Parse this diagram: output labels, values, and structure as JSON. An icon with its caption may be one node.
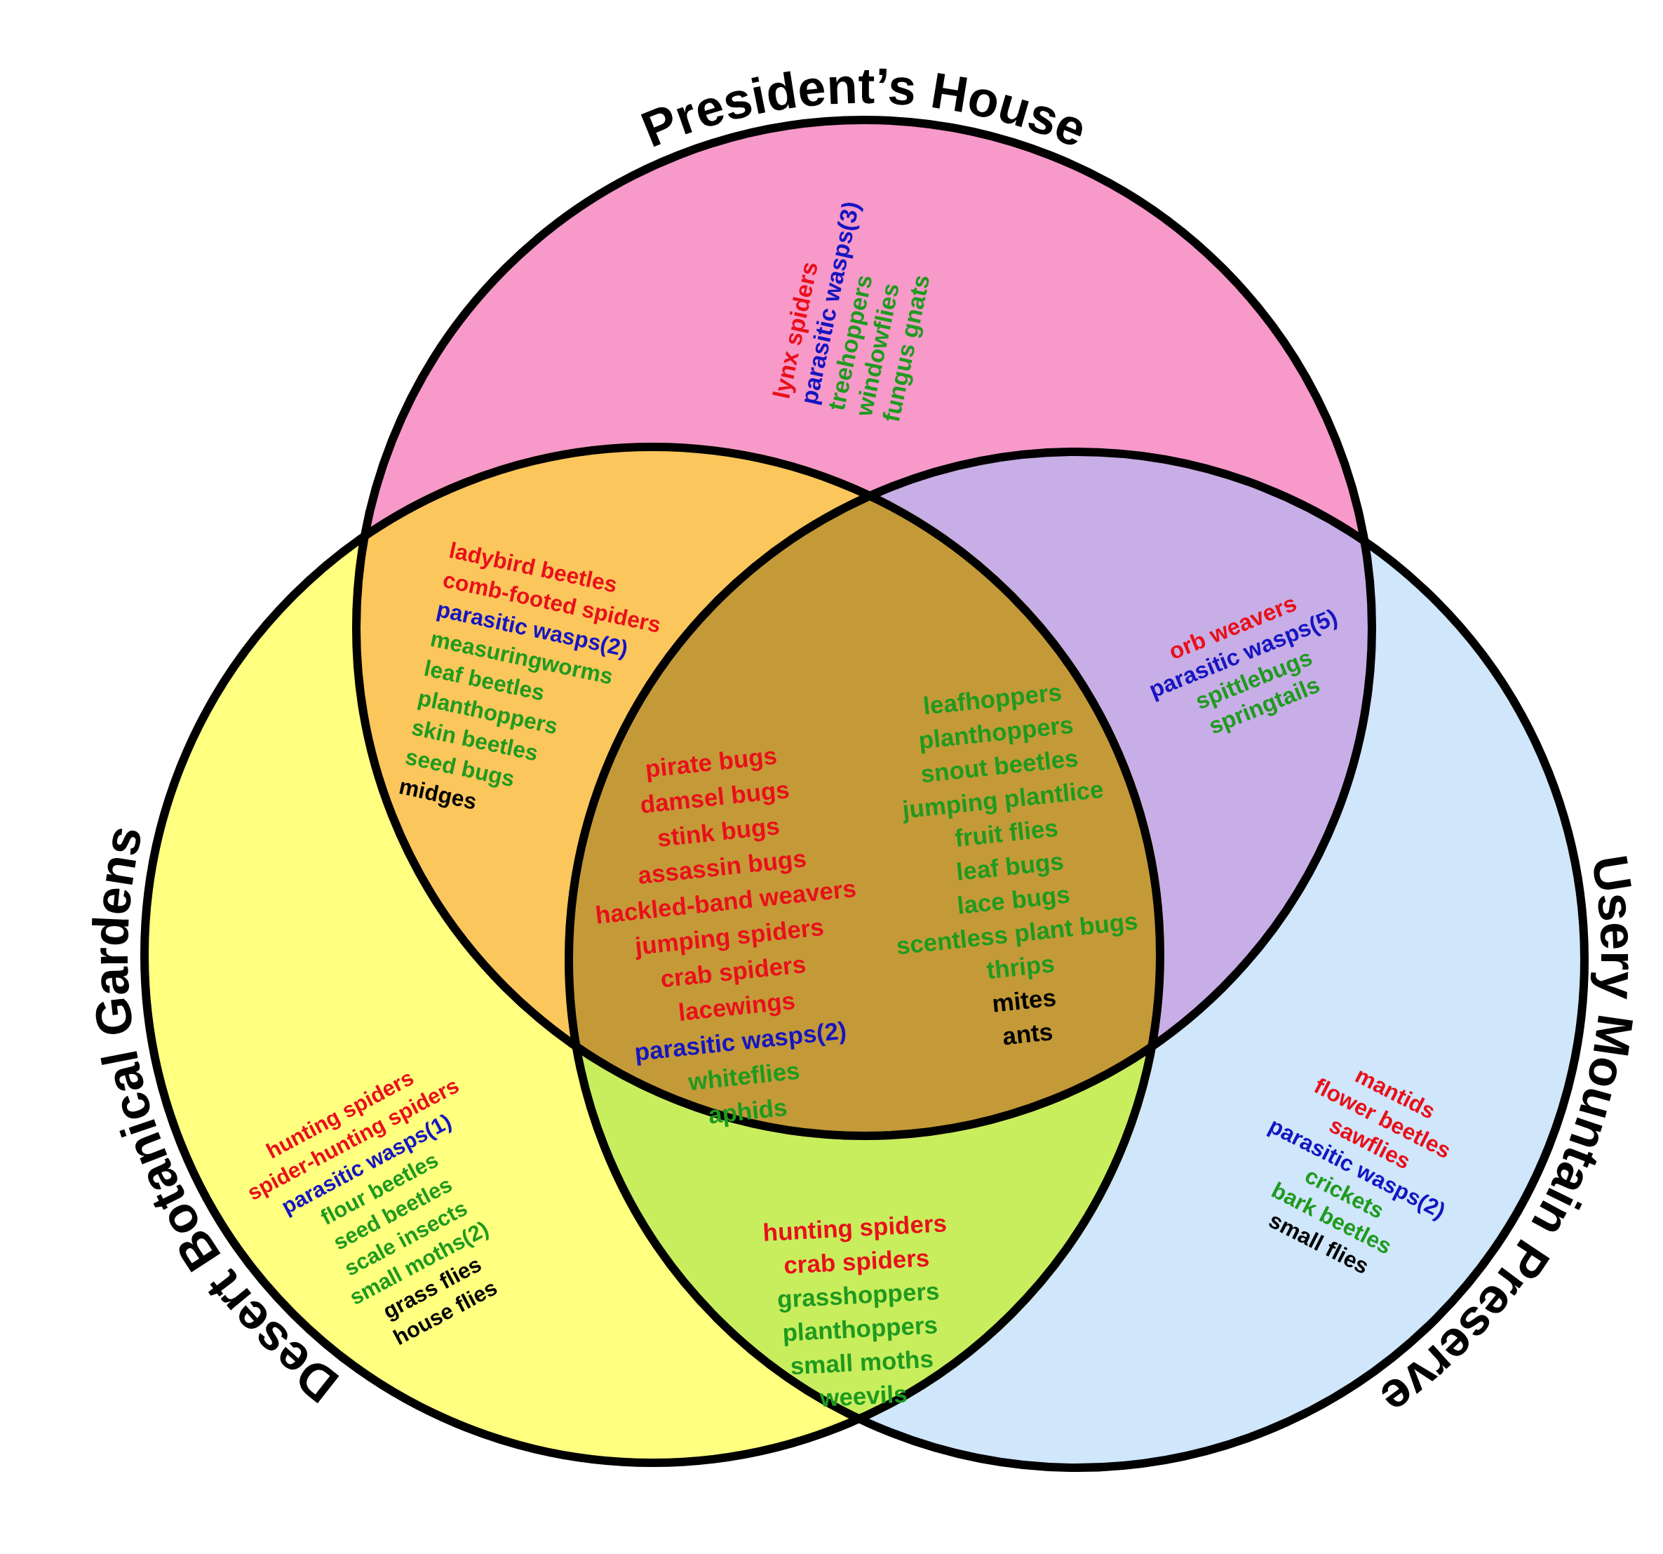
{
  "diagram": {
    "nodes": [
      {
        "text": [
          "President’s House"
        ]
      },
      {
        "text": [
          "Desert Botanical Gardens"
        ]
      },
      {
        "text": [
          "Usery Mountain Preserve"
        ]
      }
    ],
    "labels": [
      "lynx spiders",
      "parasitic wasps(3)",
      "treehoppers",
      "windowflies",
      "fungus gnats",
      "ladybird beetles",
      "comb-footed spiders",
      "parasitic wasps(2)",
      "measuringworms",
      "leaf beetles",
      "planthoppers",
      "skin beetles",
      "seed bugs",
      "midges",
      "orb weavers",
      "parasitic wasps(5)",
      "spittlebugs",
      "springtails",
      "pirate bugs",
      "damsel bugs",
      "stink bugs",
      "assassin bugs",
      "hackled-band weavers",
      "jumping spiders",
      "crab spiders",
      "lacewings",
      "parasitic wasps(2)",
      "whiteflies",
      "aphids",
      "leafhoppers",
      "planthoppers",
      "snout beetles",
      "jumping plantlice",
      "fruit flies",
      "leaf bugs",
      "lace bugs",
      "scentless plant bugs",
      "thrips",
      "mites",
      "ants",
      "hunting spiders",
      "spider-hunting spiders",
      "parasitic wasps(1)",
      "flour beetles",
      "seed beetles",
      "scale insects",
      "small moths(2)",
      "grass flies",
      "house flies",
      "hunting spiders",
      "crab spiders",
      "grasshoppers",
      "planthoppers",
      "small moths",
      "weevils",
      "mantids",
      "flower beetles",
      "sawflies",
      "parasitic wasps(2)",
      "crickets",
      "bark beetles",
      "small flies"
    ]
  }
}
